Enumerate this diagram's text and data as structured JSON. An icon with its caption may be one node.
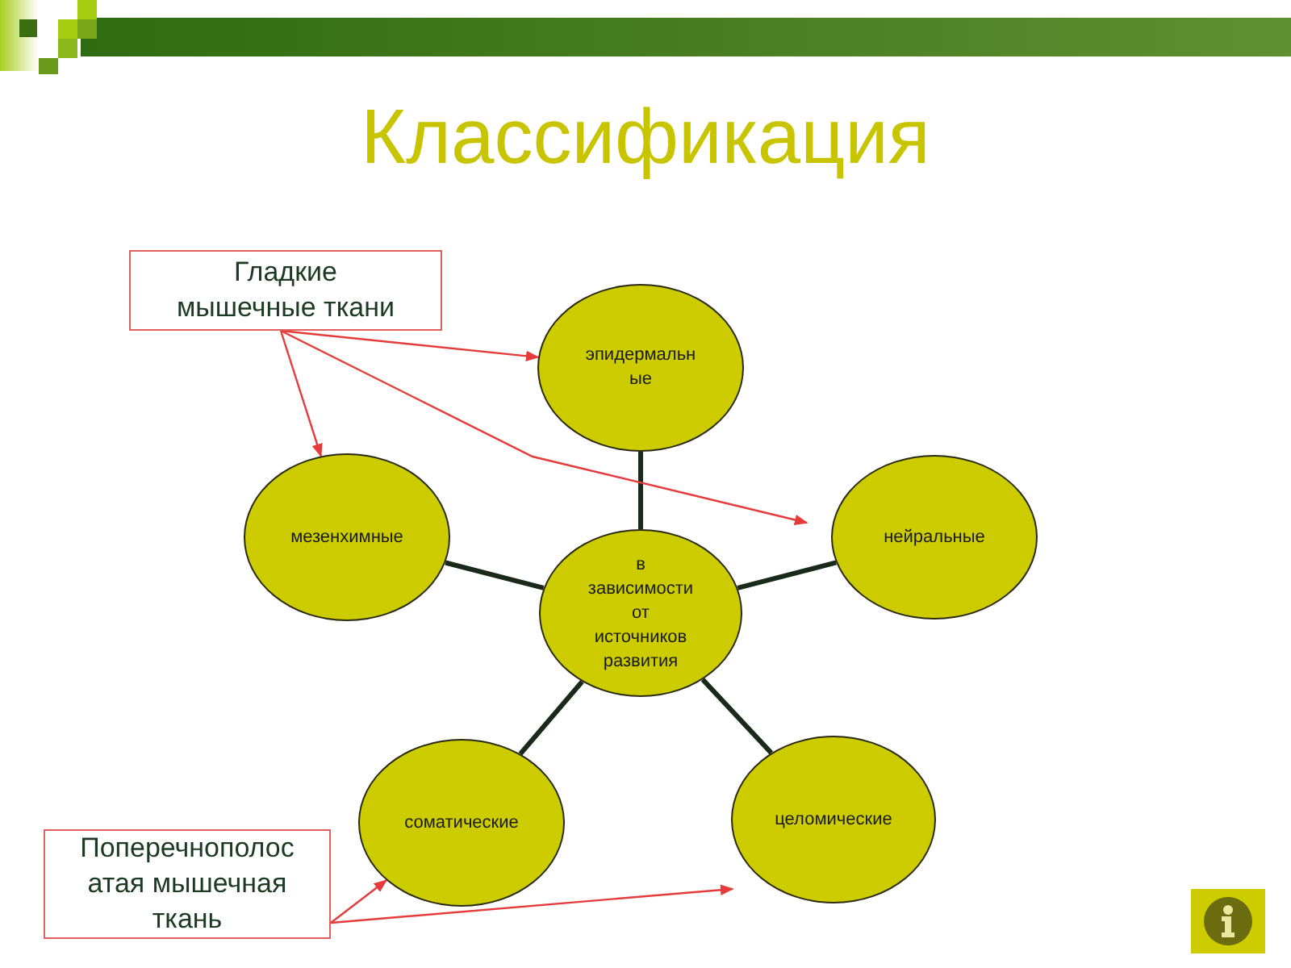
{
  "diagram": {
    "title": "Классификация",
    "nodes": [
      {
        "text": [
          "Гладкие мышечные ткани"
        ]
      },
      {
        "text": [
          "эпидермальн ые"
        ]
      },
      {
        "text": [
          "мезенхимные"
        ]
      },
      {
        "text": [
          "в зависимости от источников развития"
        ]
      },
      {
        "text": [
          "нейральные"
        ]
      },
      {
        "text": [
          "соматические"
        ]
      },
      {
        "text": [
          "целомические"
        ]
      },
      {
        "text": [
          "Поперечнополос атая мышечная ткань"
        ]
      }
    ],
    "edges": [
      {
        "from": 3,
        "to": 1,
        "arrow": "none",
        "style": "thick"
      },
      {
        "from": 3,
        "to": 2,
        "arrow": "none",
        "style": "thick"
      },
      {
        "from": 3,
        "to": 4,
        "arrow": "none",
        "style": "thick"
      },
      {
        "from": 3,
        "to": 5,
        "arrow": "none",
        "style": "thick"
      },
      {
        "from": 3,
        "to": 6,
        "arrow": "none",
        "style": "thick"
      },
      {
        "from": 0,
        "to": 1,
        "arrow": "to",
        "color": "#e53b3b"
      },
      {
        "from": 0,
        "to": 2,
        "arrow": "to",
        "color": "#e53b3b"
      },
      {
        "from": 0,
        "to": 4,
        "arrow": "to",
        "color": "#e53b3b"
      },
      {
        "from": 7,
        "to": 5,
        "arrow": "to",
        "color": "#e53b3b"
      },
      {
        "from": 7,
        "to": 6,
        "arrow": "to",
        "color": "#e53b3b"
      }
    ]
  }
}
